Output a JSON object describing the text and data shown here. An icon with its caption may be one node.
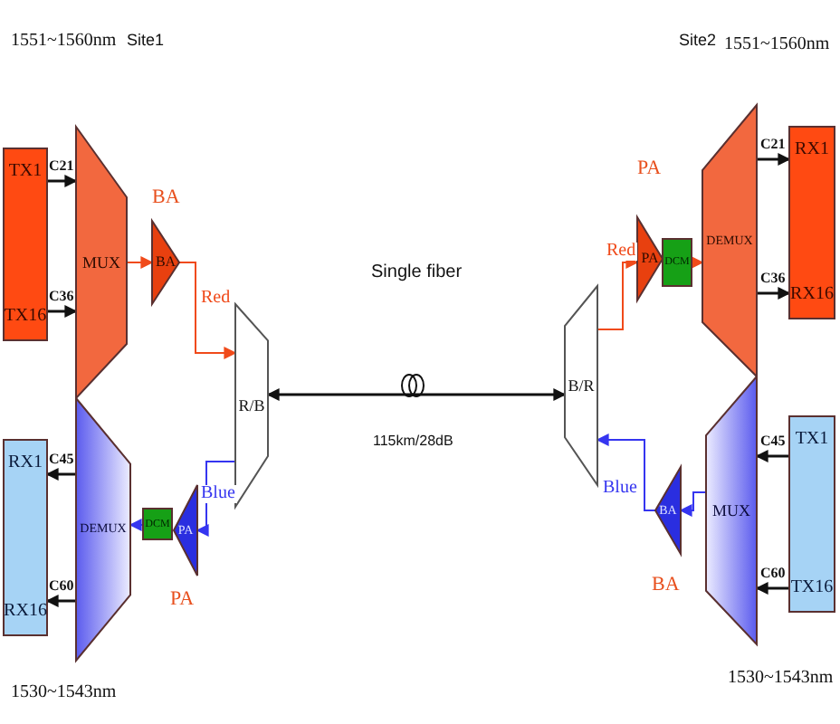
{
  "diagram": {
    "nodes": [
      {
        "text": [
          "TX1",
          "TX16"
        ]
      },
      {
        "text": [
          "MUX"
        ]
      },
      {
        "text": [
          "BA"
        ],
        "beside": [
          "BA"
        ]
      },
      {
        "text": [
          "R/B"
        ]
      },
      {
        "text": [
          "RX1",
          "RX16"
        ]
      },
      {
        "text": [
          "DEMUX"
        ]
      },
      {
        "text": [
          "DCM"
        ]
      },
      {
        "text": [
          "PA"
        ],
        "beside": [
          "PA"
        ]
      },
      {
        "text": [
          "B/R"
        ]
      },
      {
        "text": [
          "PA"
        ],
        "beside": [
          "PA"
        ]
      },
      {
        "text": [
          "DCM"
        ]
      },
      {
        "text": [
          "DEMUX"
        ]
      },
      {
        "text": [
          "RX1",
          "RX16"
        ]
      },
      {
        "text": [
          "MUX"
        ]
      },
      {
        "text": [
          "BA"
        ],
        "beside": [
          "BA"
        ]
      },
      {
        "text": [
          "TX1",
          "TX16"
        ]
      }
    ],
    "edges": [
      {
        "from": 0,
        "to": 1,
        "arrow": "to",
        "label": "C21"
      },
      {
        "from": 0,
        "to": 1,
        "arrow": "to",
        "label": "C36"
      },
      {
        "from": 1,
        "to": 2,
        "arrow": "to",
        "color": "#f04a1a"
      },
      {
        "from": 2,
        "to": 3,
        "arrow": "to",
        "label": "Red",
        "color": "#f04a1a"
      },
      {
        "from": 3,
        "to": 8,
        "arrow": "both"
      },
      {
        "from": 8,
        "to": 9,
        "arrow": "to",
        "label": "Red",
        "color": "#f04a1a"
      },
      {
        "from": 10,
        "to": 11,
        "arrow": "to",
        "color": "#f04a1a"
      },
      {
        "from": 11,
        "to": 12,
        "arrow": "to",
        "label": "C21"
      },
      {
        "from": 11,
        "to": 12,
        "arrow": "to",
        "label": "C36"
      },
      {
        "from": 15,
        "to": 13,
        "arrow": "to",
        "label": "C45"
      },
      {
        "from": 15,
        "to": 13,
        "arrow": "to",
        "label": "C60"
      },
      {
        "from": 13,
        "to": 14,
        "arrow": "to",
        "color": "#3535f0"
      },
      {
        "from": 14,
        "to": 8,
        "arrow": "to",
        "label": "Blue",
        "color": "#3535f0"
      },
      {
        "from": 3,
        "to": 7,
        "arrow": "to",
        "label": "Blue",
        "color": "#3535f0"
      },
      {
        "from": 6,
        "to": 5,
        "arrow": "to",
        "color": "#3535f0"
      },
      {
        "from": 5,
        "to": 4,
        "arrow": "to",
        "label": "C45"
      },
      {
        "from": 5,
        "to": 4,
        "arrow": "to",
        "label": "C60"
      }
    ],
    "labels": [
      "1551~1560nm",
      "Site1",
      "Site2",
      "1551~1560nm",
      "Single fiber",
      "115km/28dB",
      "1530~1543nm",
      "1530~1543nm"
    ]
  }
}
